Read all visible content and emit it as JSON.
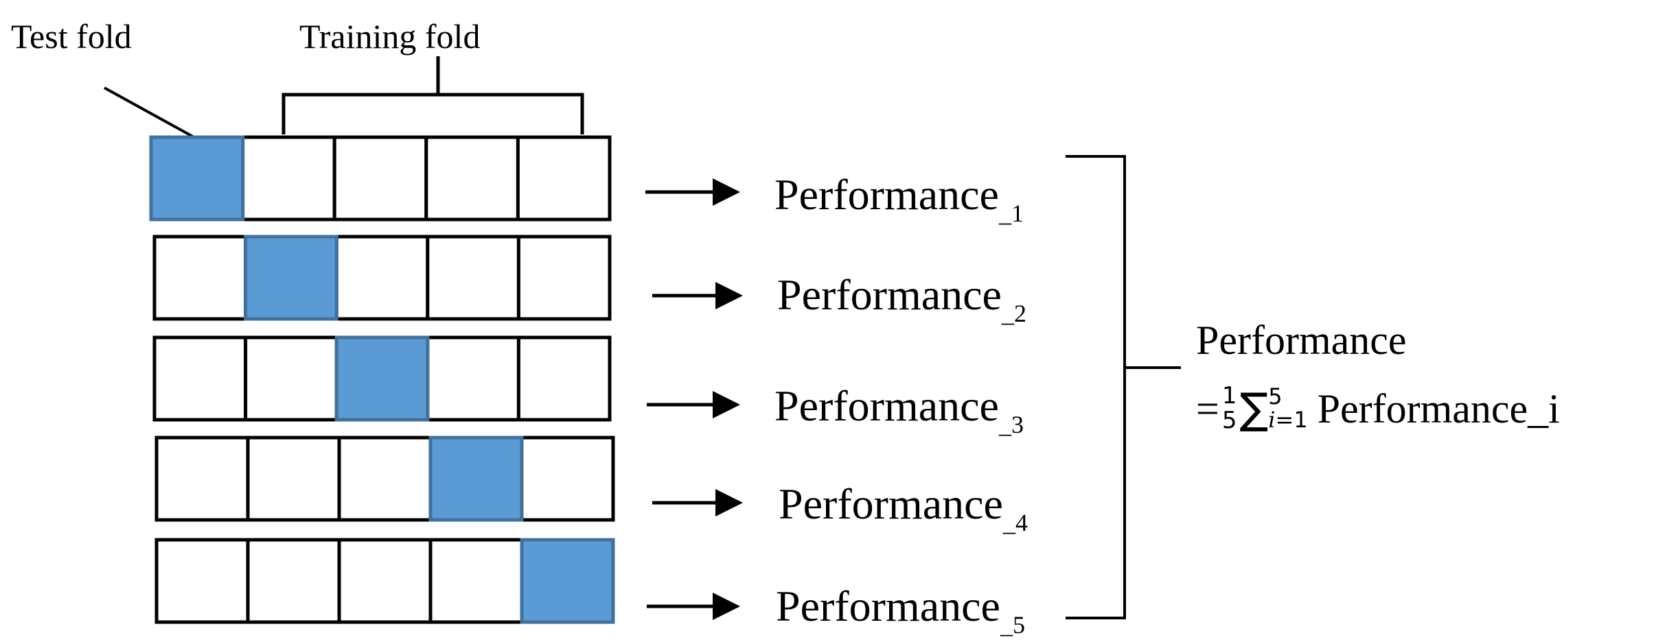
{
  "labels": {
    "test_fold": "Test fold",
    "training_fold": "Training fold"
  },
  "folds": [
    {
      "test_index": 0,
      "performance": {
        "main": "Performance",
        "sub": "_1"
      }
    },
    {
      "test_index": 1,
      "performance": {
        "main": "Performance",
        "sub": "_2"
      }
    },
    {
      "test_index": 2,
      "performance": {
        "main": "Performance",
        "sub": "_3"
      }
    },
    {
      "test_index": 3,
      "performance": {
        "main": "Performance",
        "sub": "_4"
      }
    },
    {
      "test_index": 4,
      "performance": {
        "main": "Performance",
        "sub": "_5"
      }
    }
  ],
  "summary": {
    "title": "Performance",
    "equals": "=",
    "frac_num": "1",
    "frac_den": "5",
    "sum_symbol": "∑",
    "sum_upper": "5",
    "sum_lower_var": "i",
    "sum_lower_rest": "=1",
    "term": "Performance_i"
  },
  "colors": {
    "test_fill": "#5B9BD5",
    "test_stroke": "#41719C",
    "box_stroke": "#000000",
    "background": "#ffffff"
  }
}
